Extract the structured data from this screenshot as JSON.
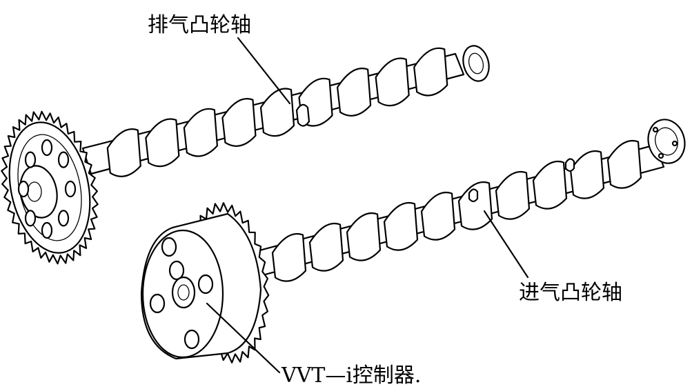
{
  "labels": {
    "exhaust_camshaft": "排气凸轮轴",
    "intake_camshaft": "进气凸轮轴",
    "vvt_controller": "VVT—i控制器."
  },
  "colors": {
    "ink": "#000000",
    "paper": "#ffffff"
  }
}
